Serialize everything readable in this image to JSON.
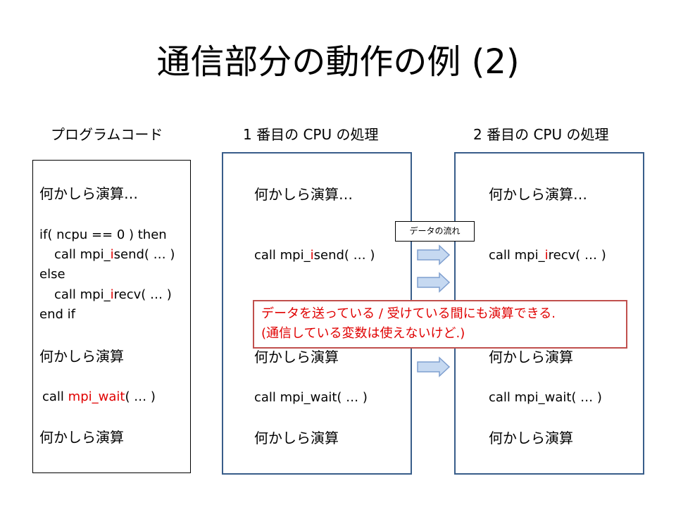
{
  "slide": {
    "title": "通信部分の動作の例 (2)"
  },
  "headings": {
    "code": "プログラムコード",
    "cpu1": "1 番目の CPU の処理",
    "cpu2": "2 番目の CPU の処理"
  },
  "code_box": {
    "compute1": "何かしら演算…",
    "if_line": "if( ncpu == 0 ) then",
    "isend_pre": "call mpi_",
    "isend_red": "i",
    "isend_post": "send( … )",
    "else_line": "else",
    "irecv_pre": "call mpi_",
    "irecv_red": "i",
    "irecv_post": "recv( … )",
    "endif_line": "end if",
    "compute2": "何かしら演算",
    "wait_pre": "call ",
    "wait_red": "mpi_wait",
    "wait_post": "( … )",
    "compute3": "何かしら演算"
  },
  "cpu1": {
    "compute1": "何かしら演算…",
    "isend_pre": "call mpi_",
    "isend_red": "i",
    "isend_post": "send( … )",
    "compute2": "何かしら演算",
    "wait": "call mpi_wait( … )",
    "compute3": "何かしら演算"
  },
  "cpu2": {
    "compute1": "何かしら演算…",
    "irecv_pre": "call mpi_",
    "irecv_red": "i",
    "irecv_post": "recv( … )",
    "compute2": "何かしら演算",
    "wait": "call mpi_wait( … )",
    "compute3": "何かしら演算"
  },
  "flow_label": "データの流れ",
  "note": {
    "line1": "データを送っている / 受けている間にも演算できる.",
    "line2": "(通信している変数は使えないけど.)"
  },
  "colors": {
    "highlight": "#e00000",
    "box_border": "#385d8a",
    "note_border": "#c0504d",
    "arrow_fill": "#c6d9f1",
    "arrow_stroke": "#7f9fcf"
  }
}
